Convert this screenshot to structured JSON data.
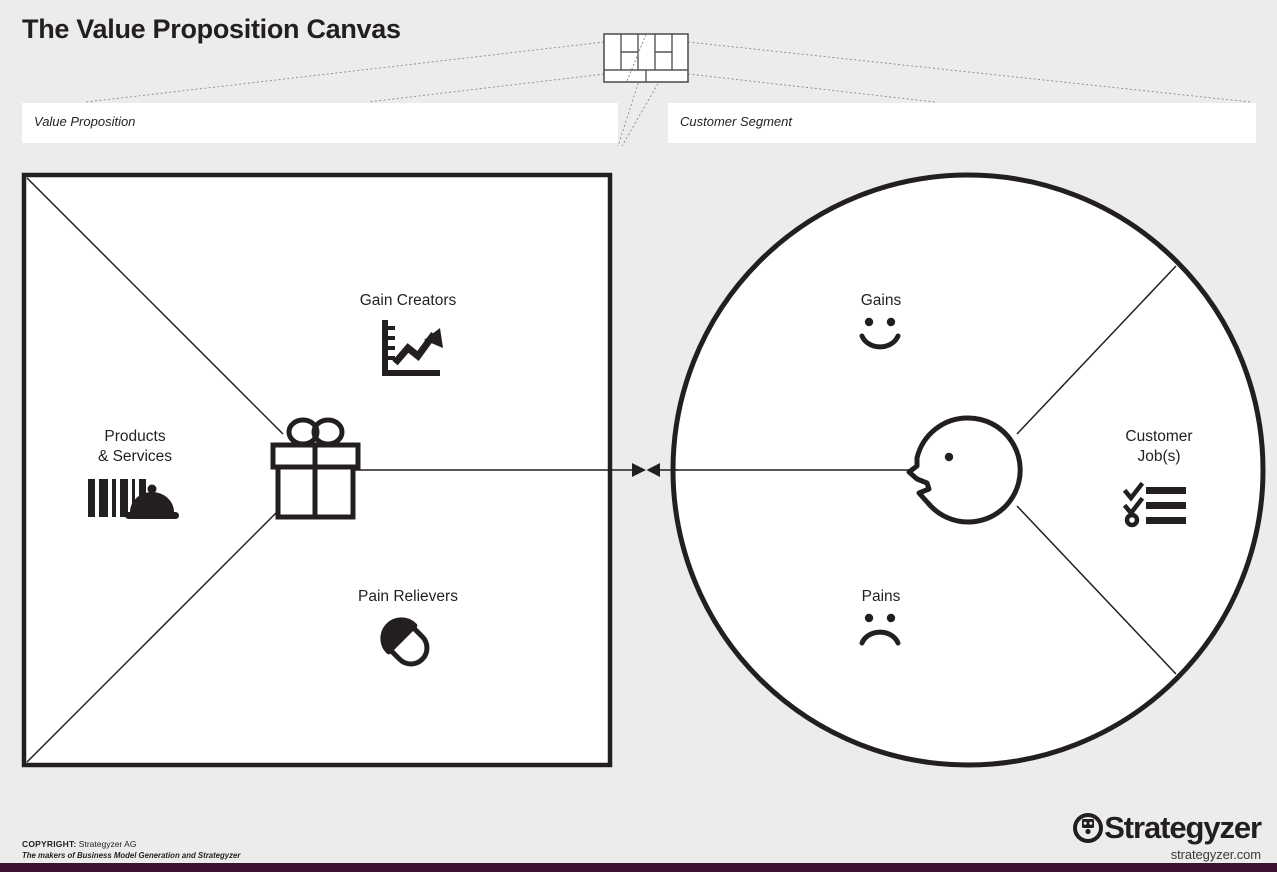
{
  "page": {
    "title": "The Value Proposition Canvas",
    "background_color": "#ececec",
    "ink_color": "#231f20",
    "bottom_bar_color": "#3d1230"
  },
  "fields": {
    "value_proposition": {
      "label": "Value Proposition",
      "value": "",
      "placeholder": "Value Proposition"
    },
    "customer_segment": {
      "label": "Customer Segment",
      "value": "",
      "placeholder": "Customer Segment"
    }
  },
  "mini_canvas": {
    "name": "business-model-canvas-thumbnail",
    "columns": 5,
    "rows": 2
  },
  "value_proposition_block": {
    "shape": "square",
    "segments": [
      {
        "key": "gain_creators",
        "label": "Gain Creators",
        "icon": "growth-chart-icon"
      },
      {
        "key": "products_services",
        "label": "Products\n& Services",
        "icon": "barcode-cloche-icon"
      },
      {
        "key": "pain_relievers",
        "label": "Pain Relievers",
        "icon": "pill-capsule-icon"
      }
    ],
    "center_icon": "gift-box-icon"
  },
  "customer_segment_block": {
    "shape": "circle",
    "segments": [
      {
        "key": "gains",
        "label": "Gains",
        "icon": "smiley-face-icon"
      },
      {
        "key": "customer_jobs",
        "label": "Customer\nJob(s)",
        "icon": "checklist-icon"
      },
      {
        "key": "pains",
        "label": "Pains",
        "icon": "frowny-face-icon"
      }
    ],
    "center_icon": "customer-head-icon"
  },
  "fit_indicator": {
    "name": "fit-arrows",
    "description": "two arrowheads pointing toward each other"
  },
  "footer": {
    "copyright_word": "COPYRIGHT:",
    "copyright_owner": "Strategyzer AG",
    "tagline": "The makers of Business Model Generation and Strategyzer",
    "brand_name": "Strategyzer",
    "brand_url": "strategyzer.com",
    "brand_icon": "strategyzer-logo-icon"
  }
}
